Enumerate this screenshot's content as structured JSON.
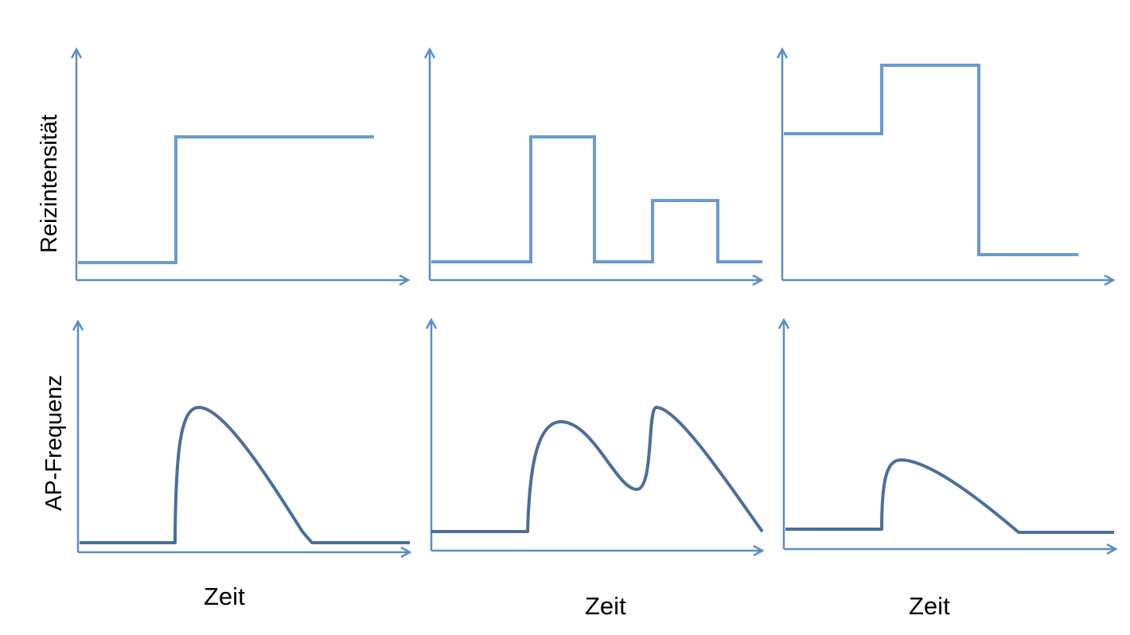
{
  "colors": {
    "axis": "#5b8ec3",
    "stimulus": "#6a9bd2",
    "response": "#4a6f9b"
  },
  "labels": {
    "y_top": "Reizintensität",
    "y_bottom": "AP-Frequenz",
    "x_left": "Zeit",
    "x_middle": "Zeit",
    "x_right": "Zeit"
  }
}
